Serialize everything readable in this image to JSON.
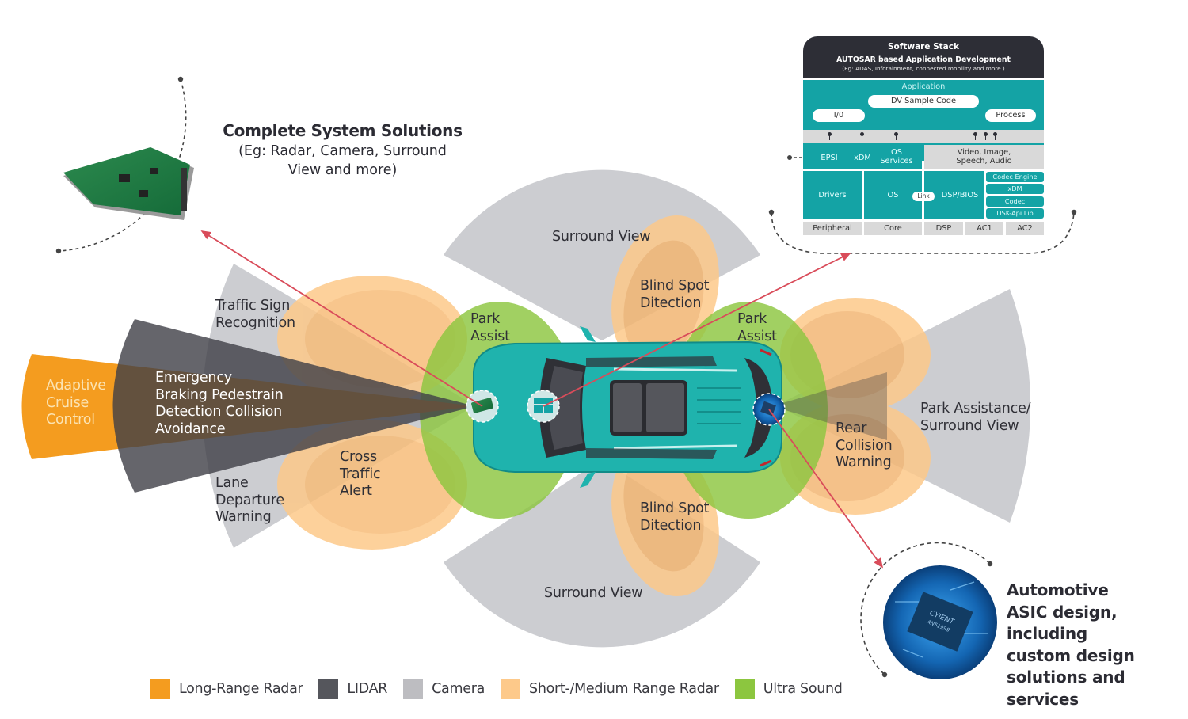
{
  "colors": {
    "long_range_radar": "#f49c1f",
    "lidar": "#55565c",
    "camera": "#cccdd1",
    "short_medium_radar": "#fdc98a",
    "ultra_sound": "#8cc63f",
    "car_body": "#1fb3ad",
    "stack_dark": "#2d2e36",
    "stack_teal": "#14a3a5",
    "stack_grey": "#d9d9d9",
    "arrow": "#d94c5a"
  },
  "headings": {
    "system_solutions": {
      "title": "Complete System Solutions",
      "subtitle": "(Eg: Radar, Camera, Surround\nView and more)"
    },
    "asic": "Automotive\nASIC design,\nincluding\ncustom design\nsolutions and\nservices"
  },
  "asic_chip_text": [
    "CYIENT",
    "AN51998"
  ],
  "zones": {
    "adaptive_cruise": "Adaptive\nCruise\nControl",
    "emergency_braking": "Emergency\nBraking Pedestrain\nDetection Collision\nAvoidance",
    "traffic_sign": "Traffic Sign\nRecognition",
    "lane_departure": "Lane\nDeparture\nWarning",
    "cross_traffic": "Cross\nTraffic\nAlert",
    "park_assist_front": "Park\nAssist",
    "park_assist_rear": "Park\nAssist",
    "surround_top": "Surround View",
    "surround_bottom": "Surround View",
    "blind_spot_top": "Blind Spot\nDitection",
    "blind_spot_bottom": "Blind Spot\nDitection",
    "rear_collision": "Rear\nCollision\nWarning",
    "park_surround_rear": "Park Assistance/\nSurround View"
  },
  "software_stack": {
    "title": "Software Stack",
    "subtitle": "AUTOSAR based Application Development",
    "note": "(Eg: ADAS, Infotainment, connected mobility and more.)",
    "application": {
      "label": "Application",
      "sample_code": "DV Sample Code",
      "io": "I/0",
      "process": "Process"
    },
    "middleware": {
      "epsi": "EPSI",
      "xdm": "xDM",
      "os_services": "OS\nServices",
      "media": "Video, Image,\nSpeech, Audio"
    },
    "layers": {
      "drivers": "Drivers",
      "os": "OS",
      "link": "Link",
      "dsp_bios": "DSP/BIOS",
      "codec_stack": [
        "Codec Engine",
        "xDM",
        "Codec",
        "DSK-Api Lib"
      ]
    },
    "hardware": [
      "Peripheral",
      "Core",
      "DSP",
      "AC1",
      "AC2"
    ]
  },
  "legend": [
    {
      "label": "Long-Range Radar",
      "color": "#f49c1f"
    },
    {
      "label": "LIDAR",
      "color": "#55565c"
    },
    {
      "label": "Camera",
      "color": "#bdbdc1"
    },
    {
      "label": "Short-/Medium Range Radar",
      "color": "#fdc98a"
    },
    {
      "label": "Ultra Sound",
      "color": "#8cc63f"
    }
  ]
}
